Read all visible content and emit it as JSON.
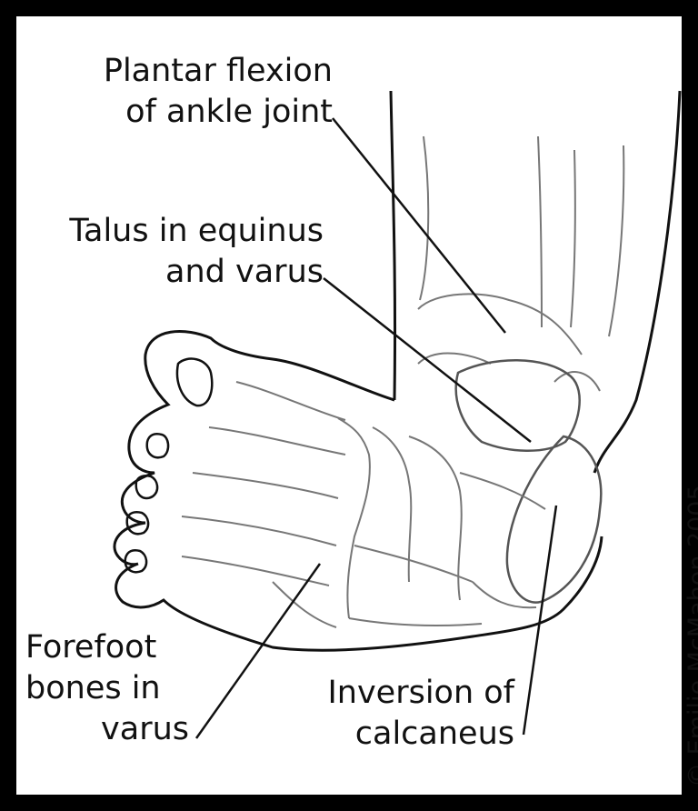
{
  "labels": {
    "plantar_line1": "Plantar flexion",
    "plantar_line2": "of ankle joint",
    "talus_line1": "Talus in equinus",
    "talus_line2": "and varus",
    "forefoot_line1": "Forefoot",
    "forefoot_line2": "bones in",
    "forefoot_line3": "varus",
    "inversion_line1": "Inversion of",
    "inversion_line2": "calcaneus"
  },
  "credit": "© Emilie McMahon 2005",
  "colors": {
    "frame": "#000000",
    "background": "#ffffff",
    "ink": "#111111",
    "sketch": "#777777"
  }
}
